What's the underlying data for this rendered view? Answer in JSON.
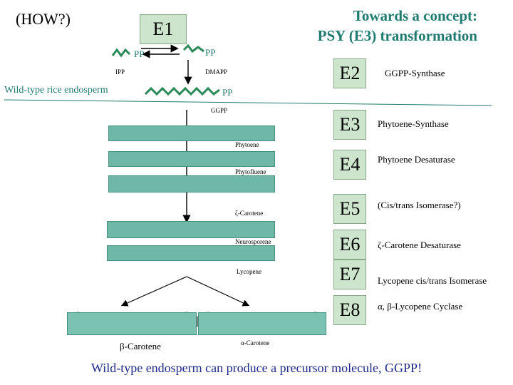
{
  "header": {
    "question": "(HOW?)",
    "title_line1": "Towards a concept:",
    "title_line2": "PSY (E3) transformation"
  },
  "enzymes": {
    "e1": {
      "code": "E1"
    },
    "e2": {
      "code": "E2",
      "name": "GGPP-Synthase"
    },
    "e3": {
      "code": "E3",
      "name": "Phytoene-Synthase"
    },
    "e4": {
      "code": "E4",
      "name": "Phytoene Desaturase"
    },
    "e5": {
      "code": "E5",
      "name": "(Cis/trans Isomerase?)"
    },
    "e6": {
      "code": "E6",
      "name": "ζ-Carotene Desaturase"
    },
    "e7": {
      "code": "E7",
      "name": "Lycopene cis/trans Isomerase"
    },
    "e8": {
      "code": "E8",
      "name": "α, β-Lycopene Cyclase"
    }
  },
  "pathway": {
    "pp_left": "PP",
    "pp_right": "PP",
    "ipp": "IPP",
    "dmapp": "DMAPP",
    "pp_ggpp": "PP",
    "ggpp": "GGPP",
    "wild_type_label": "Wild-type rice endosperm",
    "phytoene": "Phytoene",
    "phytofluene": "Phytofluene",
    "zeta_carotene": "ζ-Carotene",
    "neurosporene": "Neurosporene",
    "lycopene": "Lycopene",
    "beta_carotene": "β-Carotene",
    "alpha_carotene": "α-Carotene"
  },
  "footer": "Wild-type endosperm can produce a precursor molecule, GGPP!",
  "colors": {
    "title": "#1f7a6f",
    "enzyme_box": "#cde5cd",
    "molecule": "#6fb8a8",
    "footer": "#1f2a8a"
  }
}
